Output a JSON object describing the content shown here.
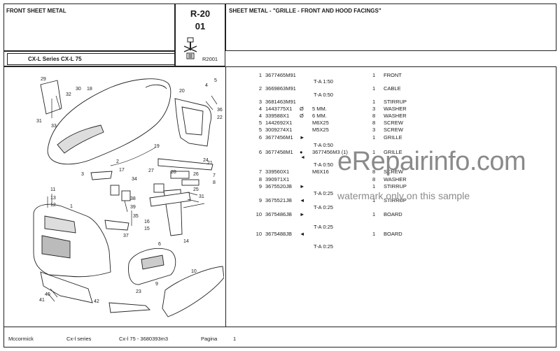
{
  "header": {
    "left_title": "FRONT SHEET METAL",
    "ref_code_line1": "R-20",
    "ref_code_line2": "01",
    "ref_number": "R2001",
    "section_title": "SHEET METAL - \"GRILLE - FRONT AND HOOD FACINGS\"",
    "series_label": "CX-L Series CX-L 75"
  },
  "diagram": {
    "callouts": [
      "29",
      "32",
      "30",
      "18",
      "5",
      "4",
      "20",
      "36",
      "22",
      "31",
      "33",
      "1",
      "3",
      "27",
      "28",
      "34",
      "38",
      "39",
      "37",
      "35",
      "16",
      "15",
      "14",
      "11",
      "13",
      "12",
      "9",
      "6",
      "10",
      "23",
      "40",
      "41",
      "42",
      "2",
      "19",
      "24",
      "26",
      "7",
      "8",
      "21",
      "17",
      "25",
      "31"
    ]
  },
  "parts": [
    {
      "num": "1",
      "part": "3677465M91",
      "sym": "",
      "desc": "",
      "qty": "1",
      "name": "FRONT",
      "sub": "T-A 1:50"
    },
    {
      "num": "2",
      "part": "3669863M91",
      "sym": "",
      "desc": "",
      "qty": "1",
      "name": "CABLE",
      "sub": "T-A 0:50"
    },
    {
      "num": "3",
      "part": "3681463M91",
      "sym": "",
      "desc": "",
      "qty": "1",
      "name": "STIRRUP",
      "sub": ""
    },
    {
      "num": "4",
      "part": "1443775X1",
      "sym": "Ø",
      "desc": "5 MM.",
      "qty": "3",
      "name": "WASHER",
      "sub": ""
    },
    {
      "num": "4",
      "part": "339588X1",
      "sym": "Ø",
      "desc": "6 MM.",
      "qty": "8",
      "name": "WASHER",
      "sub": ""
    },
    {
      "num": "5",
      "part": "1442692X1",
      "sym": "",
      "desc": "M6X25",
      "qty": "8",
      "name": "SCREW",
      "sub": ""
    },
    {
      "num": "5",
      "part": "3009274X1",
      "sym": "",
      "desc": "M5X25",
      "qty": "3",
      "name": "SCREW",
      "sub": ""
    },
    {
      "num": "6",
      "part": "3677456M1",
      "sym": "►",
      "desc": "",
      "qty": "1",
      "name": "GRILLE",
      "sub": "T-A 0:50"
    },
    {
      "num": "6",
      "part": "3677458M1",
      "sym": "●",
      "desc": "3677456M3 (1)",
      "qty": "1",
      "name": "GRILLE",
      "sub": "T-A 0:50"
    },
    {
      "num": "7",
      "part": "339560X1",
      "sym": "",
      "desc": "M6X16",
      "qty": "8",
      "name": "SCREW",
      "sub": ""
    },
    {
      "num": "8",
      "part": "390971X1",
      "sym": "",
      "desc": "",
      "qty": "8",
      "name": "WASHER",
      "sub": ""
    },
    {
      "num": "9",
      "part": "3675520JB",
      "sym": "►",
      "desc": "",
      "qty": "1",
      "name": "STIRRUP",
      "sub": "T-A 0:25"
    },
    {
      "num": "9",
      "part": "3675521JB",
      "sym": "◄",
      "desc": "",
      "qty": "1",
      "name": "STIRRUP",
      "sub": "T-A 0:25"
    },
    {
      "num": "10",
      "part": "3675486JB",
      "sym": "►",
      "desc": "",
      "qty": "1",
      "name": "BOARD",
      "sub": "T-A 0:25"
    },
    {
      "num": "10",
      "part": "3675488JB",
      "sym": "◄",
      "desc": "",
      "qty": "1",
      "name": "BOARD",
      "sub": "T-A 0:25"
    }
  ],
  "footer": {
    "brand": "Mccormick",
    "series": "Cx-l series",
    "model_code": "Cx-l 75 - 3680393m3",
    "page_label": "Pagina",
    "page_number": "1"
  },
  "watermark": {
    "site": "eRepairinfo.com",
    "note": "watermark only on this sample"
  }
}
